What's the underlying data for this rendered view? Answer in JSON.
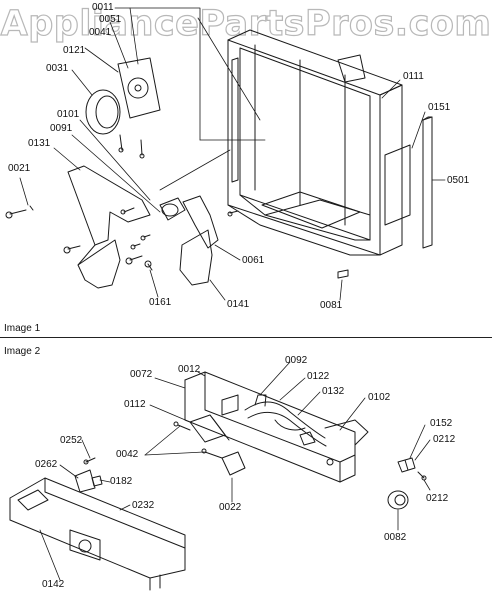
{
  "watermark": "AppliancePartsPros.com",
  "image1": {
    "title": "Image 1",
    "labels": {
      "l0011": "0011",
      "l0051": "0051",
      "l0041": "0041",
      "l0121": "0121",
      "l0031": "0031",
      "l0101": "0101",
      "l0091": "0091",
      "l0131": "0131",
      "l0021": "0021",
      "l0111": "0111",
      "l0151": "0151",
      "l0501": "0501",
      "l0061": "0061",
      "l0161": "0161",
      "l0141": "0141",
      "l0081": "0081"
    }
  },
  "image2": {
    "title": "Image 2",
    "labels": {
      "l0072": "0072",
      "l0012": "0012",
      "l0092": "0092",
      "l0122": "0122",
      "l0132": "0132",
      "l0102": "0102",
      "l0112": "0112",
      "l0042": "0042",
      "l0022": "0022",
      "l0152": "0152",
      "l0212a": "0212",
      "l0212b": "0212",
      "l0082": "0082",
      "l0252": "0252",
      "l0262": "0262",
      "l0182": "0182",
      "l0232": "0232",
      "l0142": "0142"
    }
  }
}
